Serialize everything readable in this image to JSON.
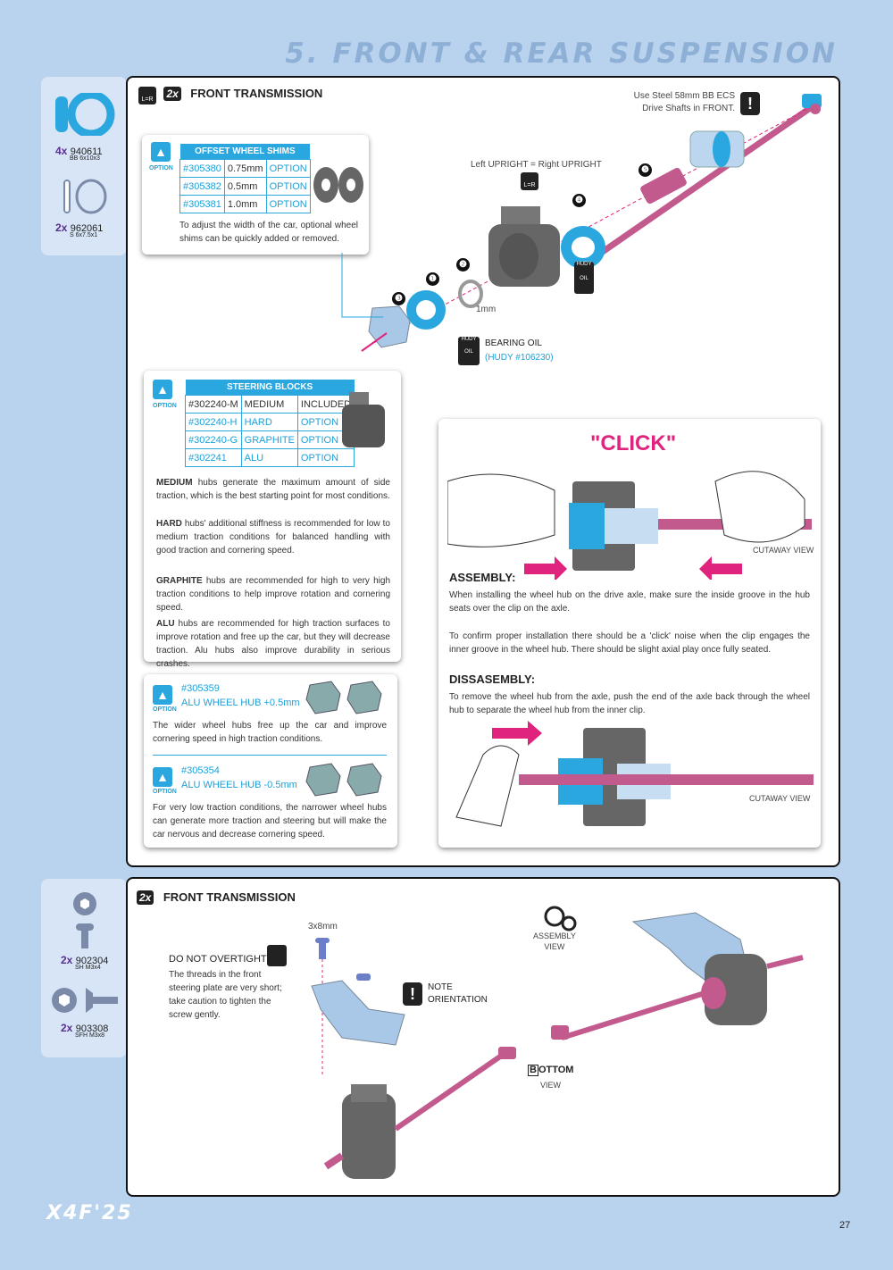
{
  "page": {
    "title": "5. FRONT & REAR SUSPENSION",
    "brand": "X4F'25",
    "number": "27"
  },
  "icons": {
    "lr": "L=R",
    "qty2": "2x",
    "hudy": "HUDY",
    "oil": "OIL",
    "bottom_b": "B"
  },
  "parts_top": [
    {
      "qty": "4x",
      "code": "940611",
      "desc": "BB 6x10x3"
    },
    {
      "qty": "2x",
      "code": "962061",
      "desc": "S 6x7.5x1"
    }
  ],
  "parts_bottom": [
    {
      "qty": "2x",
      "code": "902304",
      "desc": "SH M3x4"
    },
    {
      "qty": "2x",
      "code": "903308",
      "desc": "SFH M3x8"
    }
  ],
  "step1": {
    "title": "FRONT TRANSMISSION",
    "note": "Use Steel 58mm BB ECS Drive Shafts in FRONT.",
    "upright_note": "Left UPRIGHT = Right UPRIGHT",
    "shim_size": "1mm",
    "oil_label": "BEARING OIL",
    "oil_code": "(HUDY #106230)",
    "numbers": [
      "❶",
      "❷",
      "❸",
      "❹",
      "❺"
    ]
  },
  "option_label": "OPTION",
  "shims": {
    "header": "OFFSET WHEEL SHIMS",
    "rows": [
      [
        "#305380",
        "0.75mm",
        "OPTION"
      ],
      [
        "#305382",
        "0.5mm",
        "OPTION"
      ],
      [
        "#305381",
        "1.0mm",
        "OPTION"
      ]
    ],
    "text": "To adjust the width of the car, optional wheel shims can be quickly added or removed."
  },
  "blocks": {
    "header": "STEERING BLOCKS",
    "rows": [
      [
        "#302240-M",
        "MEDIUM",
        "INCLUDED"
      ],
      [
        "#302240-H",
        "HARD",
        "OPTION"
      ],
      [
        "#302240-G",
        "GRAPHITE",
        "OPTION"
      ],
      [
        "#302241",
        "ALU",
        "OPTION"
      ]
    ],
    "paras": [
      {
        "b": "MEDIUM",
        "t": " hubs generate the maximum amount of side traction, which is the best starting point for most conditions."
      },
      {
        "b": "HARD",
        "t": " hubs' additional stiffness is recommended for low to medium traction conditions for balanced handling with good traction and cornering speed."
      },
      {
        "b": "GRAPHITE",
        "t": " hubs are recommended for high to very high traction conditions to help improve rotation and cornering speed."
      },
      {
        "b": "ALU",
        "t": " hubs are recommended for high traction surfaces to improve rotation and free up the car, but they will decrease traction. Alu hubs also improve durability in serious crashes."
      }
    ]
  },
  "hubs": [
    {
      "code": "#305359",
      "name": "ALU WHEEL HUB +0.5mm",
      "text": "The wider wheel hubs free up the car and improve cornering speed in high traction conditions."
    },
    {
      "code": "#305354",
      "name": "ALU WHEEL HUB -0.5mm",
      "text": "For very low traction conditions, the narrower wheel hubs can generate more traction and steering but will make the car nervous and decrease cornering speed."
    }
  ],
  "assembly": {
    "click": "\"CLICK\"",
    "cutaway": "CUTAWAY VIEW",
    "a_title": "ASSEMBLY:",
    "a_text1": "When installing the wheel hub on the drive axle, make sure the inside groove in the hub seats over the clip on the axle.",
    "a_text2": "To confirm proper installation there should be a 'click' noise when the clip engages the inner groove in the wheel hub. There should be slight axial play once fully seated.",
    "d_title": "DISSASEMBLY:",
    "d_text": "To remove the wheel hub from the axle, push the end of the axle back through the wheel hub to separate the wheel hub from the inner clip."
  },
  "step2": {
    "title": "FRONT TRANSMISSION",
    "screw_size": "3x8mm",
    "warn_title": "DO NOT OVERTIGHTEN",
    "warn_text": "The threads in the front steering plate are very short; take caution to tighten the screw gently.",
    "note1": "NOTE",
    "note2": "ORIENTATION",
    "av1": "ASSEMBLY",
    "av2": "VIEW",
    "bv1": "OTTOM",
    "bv2": "VIEW"
  },
  "colors": {
    "accent": "#1ea0d8",
    "magenta": "#e0237c",
    "shaft": "#c25a8e",
    "background": "#b9d3ee"
  }
}
